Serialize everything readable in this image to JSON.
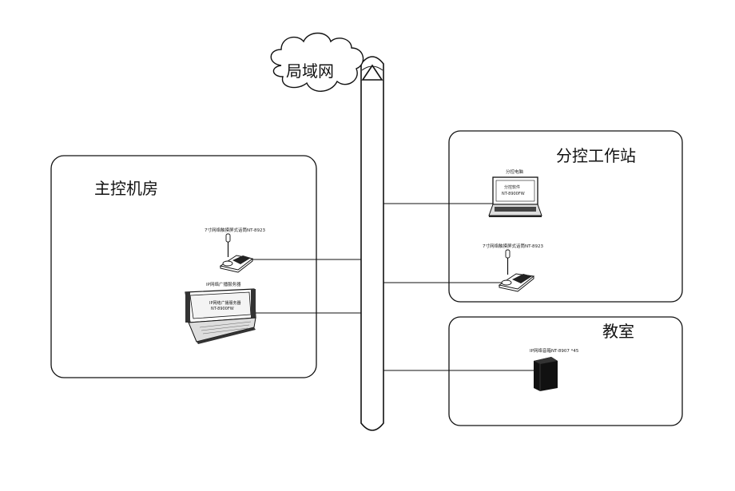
{
  "network": {
    "cloud_label": "局域网"
  },
  "main_room": {
    "title": "主控机房",
    "microphone_label": "7寸网络触摸屏式话筒NT-8923",
    "server_label": "IP网络广播服务器",
    "server_screen_line1": "IP网络广播服务器",
    "server_screen_line2": "NT-8900FW"
  },
  "sub_station": {
    "title": "分控工作站",
    "computer_label": "分控电脑",
    "computer_screen_line1": "分控软件",
    "computer_screen_line2": "NT-8900FW",
    "microphone_label": "7寸网络触摸屏式话筒NT-8923"
  },
  "classroom": {
    "title": "教室",
    "speaker_label": "IP网络音箱NT-8907 *45"
  }
}
